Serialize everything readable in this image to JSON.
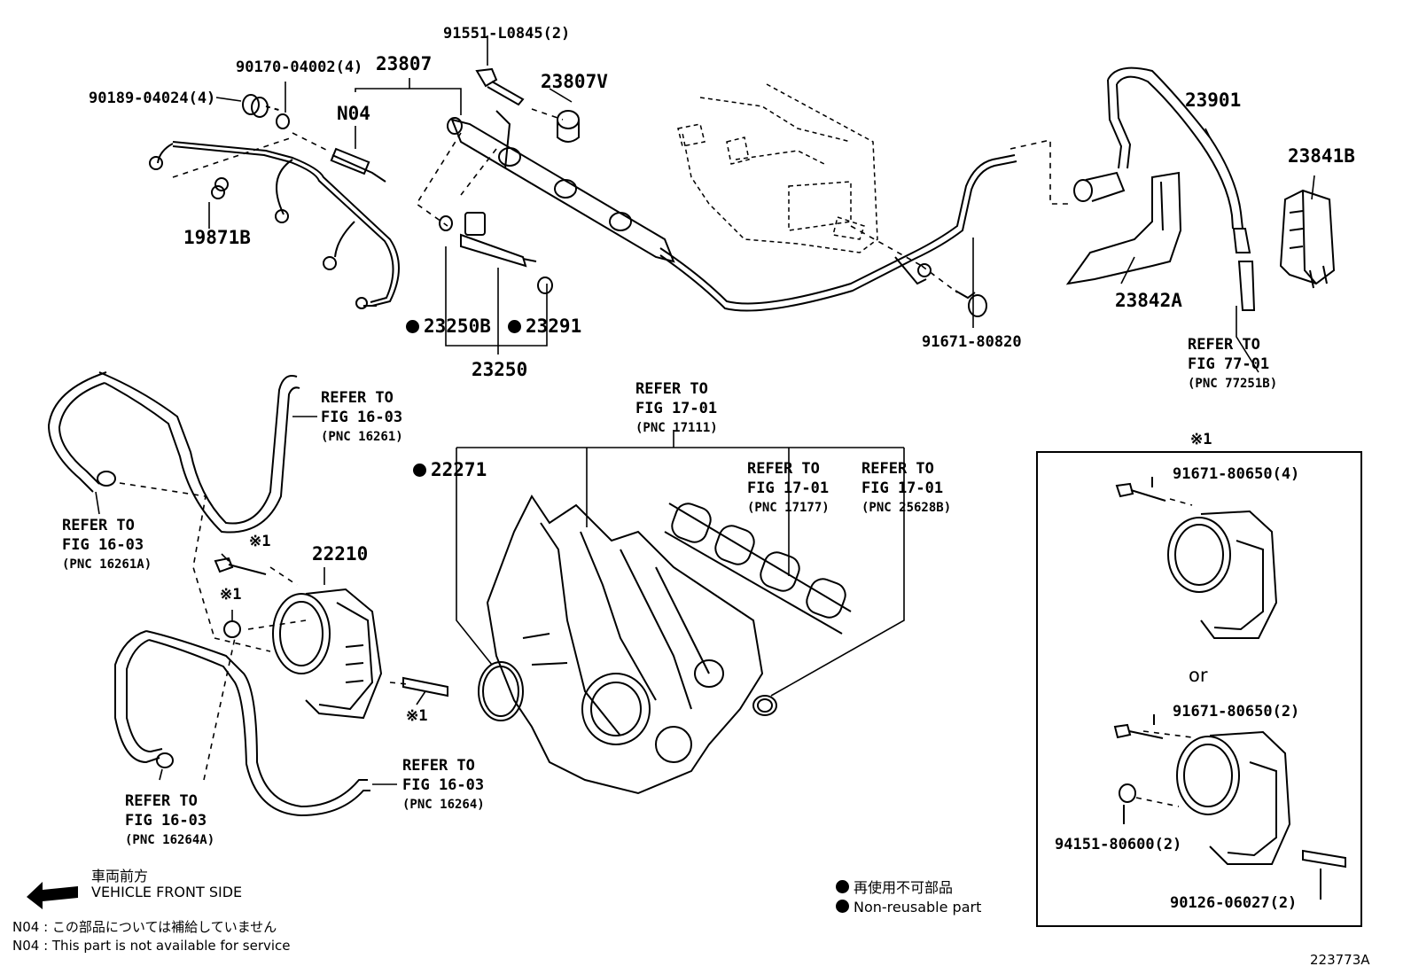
{
  "parts": {
    "p91551": "91551-L0845(2)",
    "p90170": "90170-04002(4)",
    "p23807": "23807",
    "p23807v": "23807V",
    "p90189": "90189-04024(4)",
    "n04": "N04",
    "p19871b": "19871B",
    "p23250b": "23250B",
    "p23291": "23291",
    "p23250": "23250",
    "p23901": "23901",
    "p23841b": "23841B",
    "p23842a": "23842A",
    "p91671_80820": "91671-80820",
    "p22271": "22271",
    "p22210": "22210",
    "p91671_80650_4": "91671-80650(4)",
    "p91671_80650_2": "91671-80650(2)",
    "p94151": "94151-80600(2)",
    "p90126": "90126-06027(2)",
    "kome1": "※1",
    "or": "or",
    "fig_id": "223773A"
  },
  "refs": [
    {
      "line1": "REFER TO",
      "line2": "FIG 77-01",
      "pnc": "(PNC 77251B)"
    },
    {
      "line1": "REFER TO",
      "line2": "FIG 16-03",
      "pnc": "(PNC 16261)"
    },
    {
      "line1": "REFER TO",
      "line2": "FIG 17-01",
      "pnc": "(PNC 17111)"
    },
    {
      "line1": "REFER TO",
      "line2": "FIG 17-01",
      "pnc": "(PNC 17177)"
    },
    {
      "line1": "REFER TO",
      "line2": "FIG 17-01",
      "pnc": "(PNC 25628B)"
    },
    {
      "line1": "REFER TO",
      "line2": "FIG 16-03",
      "pnc": "(PNC 16261A)"
    },
    {
      "line1": "REFER TO",
      "line2": "FIG 16-03",
      "pnc": "(PNC 16264)"
    },
    {
      "line1": "REFER TO",
      "line2": "FIG 16-03",
      "pnc": "(PNC 16264A)"
    }
  ],
  "legend": {
    "front_jp": "車両前方",
    "front_en": "VEHICLE FRONT SIDE",
    "nonreuse_jp": "再使用不可部品",
    "nonreuse_en": "Non-reusable part",
    "n04_jp": "N04 : この部品については補給していません",
    "n04_en": "N04 : This part is not available for service"
  }
}
